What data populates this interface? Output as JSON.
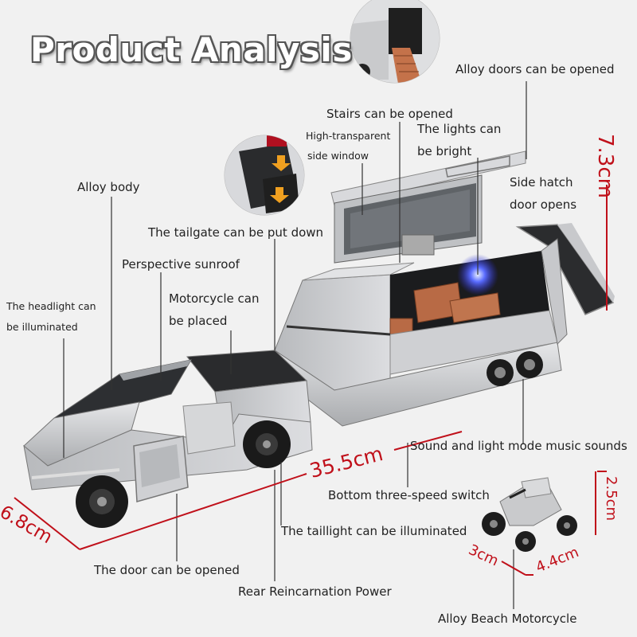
{
  "title": "Product Analysis",
  "labels": {
    "alloy_doors": "Alloy doors can be opened",
    "stairs": "Stairs can be opened",
    "high_transparent_1": "High-transparent",
    "high_transparent_2": "side window",
    "lights_1": "The lights can",
    "lights_2": "be bright",
    "side_hatch_1": "Side hatch",
    "side_hatch_2": "door opens",
    "alloy_body": "Alloy body",
    "tailgate": "The tailgate can be put down",
    "sunroof": "Perspective sunroof",
    "headlight_1": "The headlight can",
    "headlight_2": "be illuminated",
    "motorcycle_1": "Motorcycle can",
    "motorcycle_2": "be placed",
    "sound_light": "Sound and light mode music sounds",
    "switch": "Bottom three-speed switch",
    "taillight": "The taillight can be illuminated",
    "door": "The door can be opened",
    "rear_power": "Rear Reincarnation Power",
    "beach_motorcycle": "Alloy Beach Motorcycle"
  },
  "dimensions": {
    "height": "7.3cm",
    "length": "35.5cm",
    "width": "6.8cm",
    "moto_height": "2.5cm",
    "moto_width": "3cm",
    "moto_length": "4.4cm"
  },
  "colors": {
    "dimension_red": "#c0101a",
    "body_silver": "#c9cacc",
    "interior_orange": "#b86a45"
  }
}
